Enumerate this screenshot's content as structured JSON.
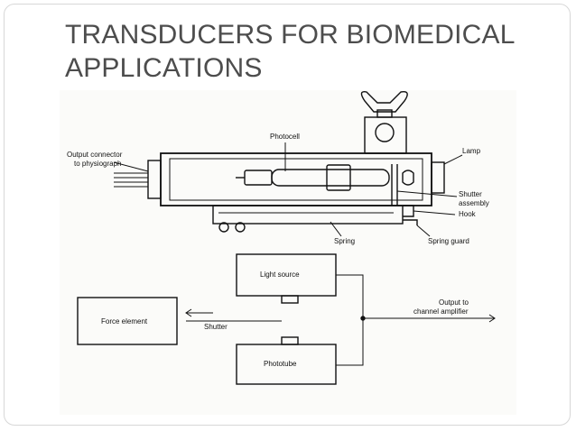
{
  "slide": {
    "title": "TRANSDUCERS FOR BIOMEDICAL APPLICATIONS"
  },
  "figure": {
    "top_labels": {
      "photocell": "Photocell",
      "output_connector_line1": "Output connector",
      "output_connector_line2": "to physiograph",
      "lamp": "Lamp",
      "shutter_line1": "Shutter",
      "shutter_line2": "assembly",
      "hook": "Hook",
      "spring": "Spring",
      "spring_guard": "Spring guard"
    },
    "block_labels": {
      "light_source": "Light source",
      "force_element": "Force element",
      "shutter": "Shutter",
      "phototube": "Phototube",
      "output_line1": "Output to",
      "output_line2": "channel amplifier"
    }
  }
}
